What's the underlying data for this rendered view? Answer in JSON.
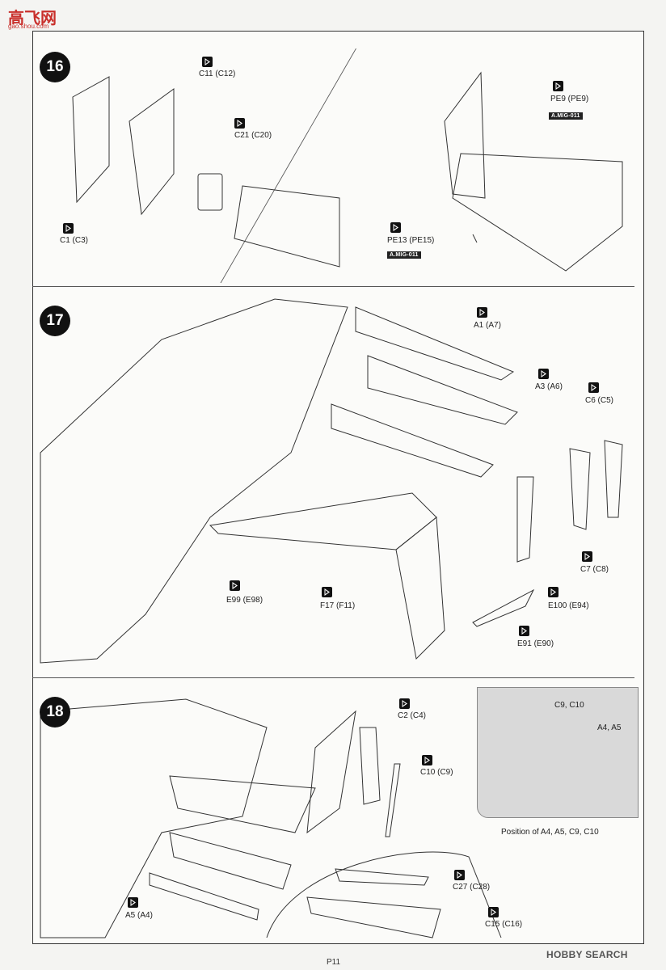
{
  "header": {
    "site_logo_main": "高飞网",
    "site_logo_sub": "gao.shou.com"
  },
  "steps": [
    {
      "number": "16",
      "parts": [
        {
          "id": "c11",
          "text": "C11 (C12)"
        },
        {
          "id": "c21",
          "text": "C21 (C20)"
        },
        {
          "id": "c1",
          "text": "C1 (C3)"
        },
        {
          "id": "pe9",
          "text": "PE9 (PE9)"
        },
        {
          "id": "pe13",
          "text": "PE13 (PE15)"
        }
      ],
      "tags": [
        "A.MIG-011",
        "A.MIG-011"
      ]
    },
    {
      "number": "17",
      "parts": [
        {
          "id": "a1",
          "text": "A1 (A7)"
        },
        {
          "id": "a3",
          "text": "A3 (A6)"
        },
        {
          "id": "c6",
          "text": "C6 (C5)"
        },
        {
          "id": "c7",
          "text": "C7 (C8)"
        },
        {
          "id": "e99",
          "text": "E99 (E98)"
        },
        {
          "id": "f17",
          "text": "F17 (F11)"
        },
        {
          "id": "e100",
          "text": "E100 (E94)"
        },
        {
          "id": "e91",
          "text": "E91 (E90)"
        }
      ]
    },
    {
      "number": "18",
      "parts": [
        {
          "id": "c2",
          "text": "C2 (C4)"
        },
        {
          "id": "c10",
          "text": "C10 (C9)"
        },
        {
          "id": "a5",
          "text": "A5 (A4)"
        },
        {
          "id": "c27",
          "text": "C27 (C28)"
        },
        {
          "id": "c15",
          "text": "C15 (C16)"
        }
      ],
      "inset": {
        "labels": [
          "C9, C10",
          "A4, A5"
        ],
        "caption": "Position of A4, A5, C9, C10"
      }
    }
  ],
  "footer": {
    "page": "P11",
    "watermark": "HOBBY SEARCH"
  },
  "colors": {
    "ink": "#222222",
    "paper": "#fbfbf9",
    "inset_bg": "#d9d9d9",
    "logo": "#c9302c"
  }
}
